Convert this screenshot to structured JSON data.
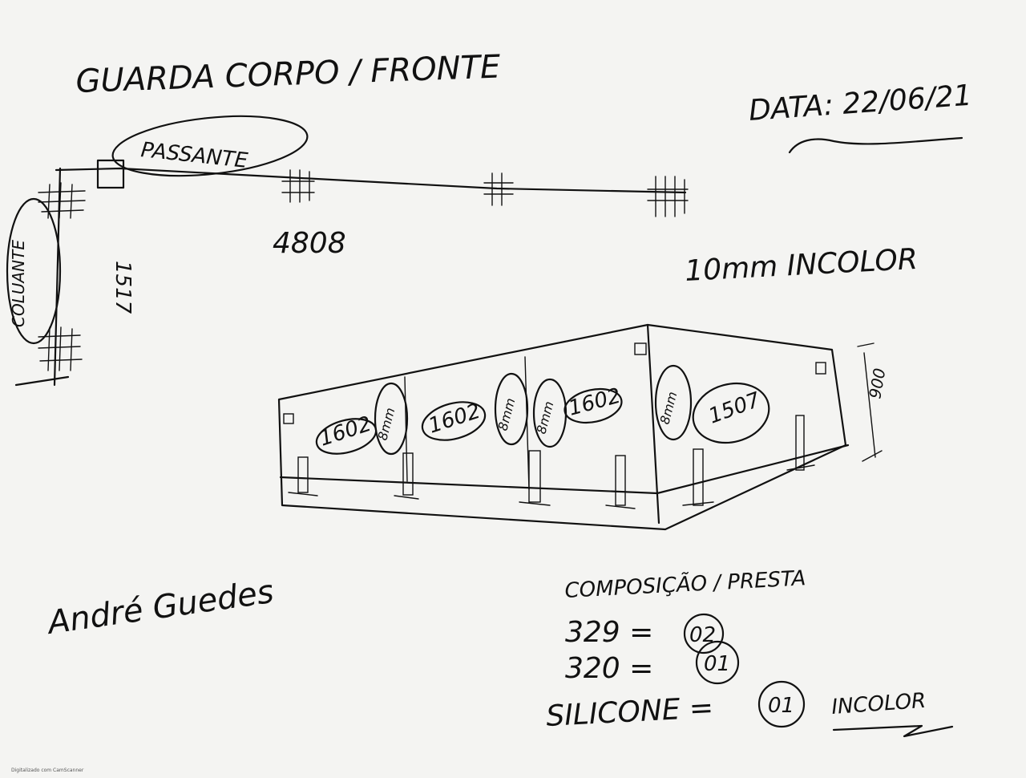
{
  "title": "GUARDA CORPO / FRONTE",
  "date": "DATA: 22/06/21",
  "plan": {
    "labels": [
      "PASSANTE",
      "COLUANTE"
    ],
    "dimensions": [
      "4808",
      "1517"
    ]
  },
  "glass": "10mm INCOLOR",
  "elevation": {
    "panels": [
      "1602",
      "1602",
      "1602",
      "1507"
    ],
    "gaps": [
      "8mm",
      "8mm",
      "8mm",
      "8mm"
    ],
    "height": "900"
  },
  "signature": "André Guedes",
  "composition": {
    "title": "COMPOSIÇÃO / PRESTA",
    "lines": [
      {
        "left": "329 =",
        "right": "02"
      },
      {
        "left": "320 =",
        "right": "01"
      },
      {
        "left": "SILICONE =",
        "right": "01"
      }
    ],
    "note": "INCOLOR"
  },
  "footer": "Digitalizado com CamScanner"
}
